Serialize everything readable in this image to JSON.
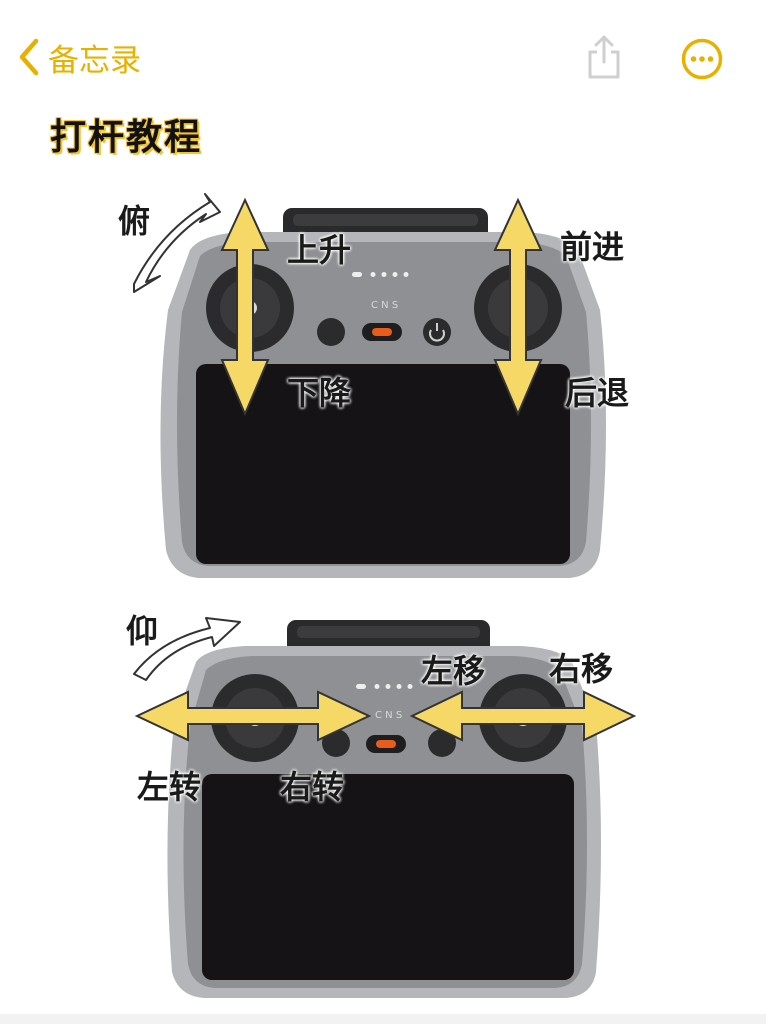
{
  "nav": {
    "back_label": "备忘录",
    "accent_color": "#E8B100",
    "icons": [
      "chevron-left-icon",
      "share-icon",
      "more-icon"
    ]
  },
  "note": {
    "title": "打杆教程"
  },
  "diagram_top": {
    "labels": {
      "pitch_down": "俯",
      "ascend": "上升",
      "descend": "下降",
      "forward": "前进",
      "backward": "后退"
    }
  },
  "diagram_bottom": {
    "labels": {
      "pitch_up": "仰",
      "move_left": "左移",
      "move_right": "右移",
      "turn_left": "左转",
      "turn_right": "右转"
    }
  },
  "colors": {
    "arrow_fill": "#F5D866",
    "arrow_stroke": "#333333",
    "controller_body": "#8F9094",
    "controller_edge": "#B5B6B9",
    "screen": "#151316"
  }
}
